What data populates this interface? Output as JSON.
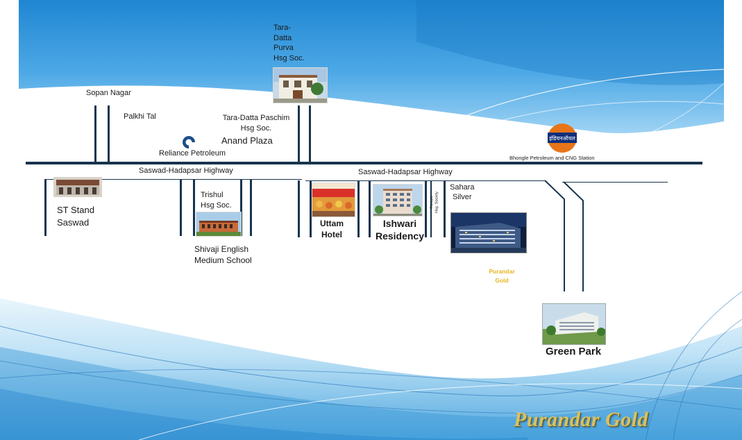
{
  "map": {
    "highway_label_1": "Saswad-Hadapsar Highway",
    "highway_label_2": "Saswad-Hadapsar Highway",
    "brand_title": "Purandar Gold",
    "landmarks": {
      "sopan_nagar": "Sopan Nagar",
      "palkhi_tal": "Palkhi Tal",
      "reliance_petroleum": "Reliance  Petroleum",
      "tara_datta_purva_lines": [
        "Tara-",
        "Datta",
        "Purva",
        "Hsg Soc."
      ],
      "tara_datta_paschim_lines": [
        "Tara-Datta Paschim",
        "Hsg Soc."
      ],
      "anand_plaza": "Anand Plaza",
      "bhongle_petroleum": "Bhongle Petroleum and CNG Station",
      "indian_oil_logo_text": "इंडियनऑयल",
      "st_stand_lines": [
        "ST Stand",
        "Saswad"
      ],
      "trishul_lines": [
        "Trishul",
        "Hsg Soc."
      ],
      "shivaji_school_lines": [
        "Shivaji English",
        "Medium School"
      ],
      "uttam_hotel_lines": [
        "Uttam",
        "Hotel"
      ],
      "ishwari_residency_lines": [
        "Ishwari",
        "Residency"
      ],
      "tirupati_lines": [
        "Trimurti",
        "Hsg. Society"
      ],
      "sahara_silver_lines": [
        "Sahara",
        "Silver"
      ],
      "purandar_gold_lines": [
        "Purandar",
        "Gold"
      ],
      "green_park": "Green Park"
    },
    "colors": {
      "road": "#17344e",
      "purandar_gold_marker": "#e8b520",
      "brand_gold": "#d7c266",
      "sky_blue": "#2a8fd6"
    }
  }
}
